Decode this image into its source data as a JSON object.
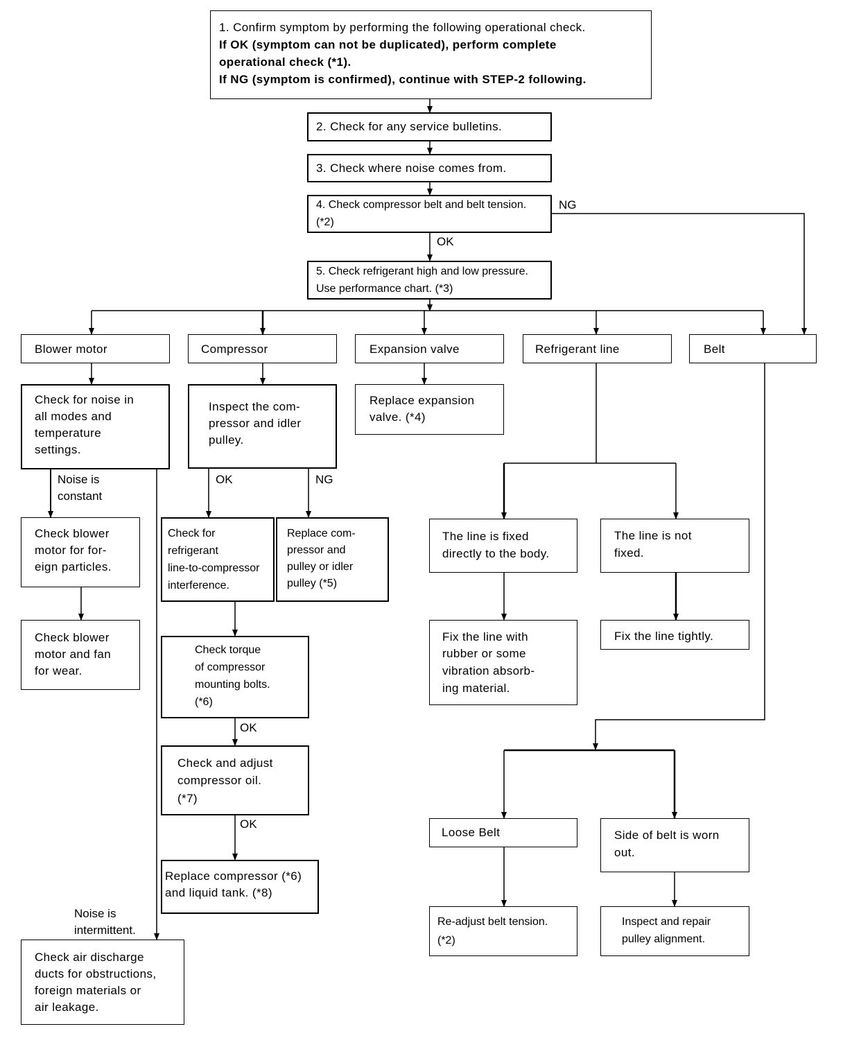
{
  "steps": {
    "s1": {
      "line1": "1. Confirm symptom by performing the following operational check.",
      "line2": "If OK (symptom can not be duplicated), perform complete",
      "line3": "operational check (*1).",
      "line4": "If NG (symptom is confirmed), continue with STEP-2 following."
    },
    "s2": "2. Check for any service bulletins.",
    "s3": "3. Check where noise comes from.",
    "s4": {
      "line1": "4. Check compressor belt and belt tension.",
      "line2": "(*2)"
    },
    "s5": {
      "line1": "5. Check refrigerant high and low pressure.",
      "line2": "Use performance chart. (*3)"
    }
  },
  "categories": {
    "blower": "Blower motor",
    "compressor": "Compressor",
    "expansion": "Expansion valve",
    "refrigerant": "Refrigerant line",
    "belt": "Belt"
  },
  "blower": {
    "check_noise": [
      "Check for noise in",
      "all modes and",
      "temperature",
      "settings."
    ],
    "constant_label": [
      "Noise is",
      "constant"
    ],
    "foreign": [
      "Check blower",
      "motor for for-",
      "eign particles."
    ],
    "wear": [
      "Check blower",
      "motor and fan",
      "for wear."
    ],
    "intermittent_label": [
      "Noise is",
      "intermittent."
    ],
    "ducts": [
      "Check air discharge",
      "ducts for obstructions,",
      "foreign materials or",
      "air leakage."
    ]
  },
  "compressor": {
    "inspect": [
      "Inspect the com-",
      "pressor and idler",
      "pulley."
    ],
    "ok_label": "OK",
    "ng_label": "NG",
    "interference": [
      "Check for",
      "refrigerant",
      "line-to-compressor",
      "interference."
    ],
    "replace_pulley": [
      "Replace com-",
      "pressor and",
      "pulley or idler",
      "pulley (*5)"
    ],
    "torque": [
      "Check torque",
      "of compressor",
      "mounting bolts.",
      "(*6)"
    ],
    "torque_ok": "OK",
    "oil": [
      "Check and adjust",
      "compressor oil.",
      "(*7)"
    ],
    "oil_ok": "OK",
    "replace_tank": [
      "Replace compressor (*6)",
      "and liquid tank. (*8)"
    ]
  },
  "expansion": {
    "replace": [
      "Replace expansion",
      "valve. (*4)"
    ]
  },
  "refrigerant": {
    "fixed": [
      "The line is fixed",
      "directly to the body."
    ],
    "not_fixed": [
      "The line is not",
      "fixed."
    ],
    "fix_rubber": [
      "Fix the line with",
      "rubber or some",
      "vibration absorb-",
      "ing material."
    ],
    "fix_tight": "Fix the line tightly."
  },
  "belt": {
    "loose": "Loose Belt",
    "worn": [
      "Side of belt is worn",
      "out."
    ],
    "readjust": [
      "Re-adjust belt tension.",
      "(*2)"
    ],
    "inspect_pulley": [
      "Inspect and repair",
      "pulley alignment."
    ]
  },
  "flow_labels": {
    "step4_ng": "NG",
    "step4_ok": "OK"
  }
}
